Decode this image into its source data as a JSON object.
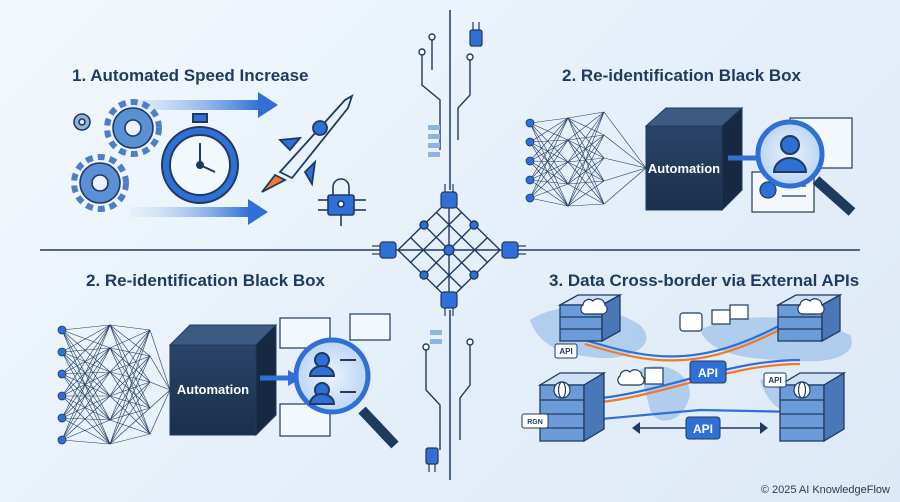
{
  "titles": {
    "top_left": "1. Automated Speed Increase",
    "top_right": "2. Re-identification Black Box",
    "bottom_left": "2. Re-identification Black Box",
    "bottom_right": "3. Data Cross-border via External APIs"
  },
  "black_box": {
    "top_label": "Automation",
    "bottom_label": "Automation"
  },
  "api_labels": {
    "center_top": "API",
    "center_bottom": "API",
    "left_small": "API",
    "right_small": "API",
    "region_tag": "RGN"
  },
  "footer": "© 2025 AI KnowledgeFlow",
  "colors": {
    "navy": "#1f3a5f",
    "blue": "#2f6fd6",
    "light_blue": "#cfe0f5",
    "dark_box": "#1e3350",
    "rocket_flame": "#f07a2a"
  }
}
